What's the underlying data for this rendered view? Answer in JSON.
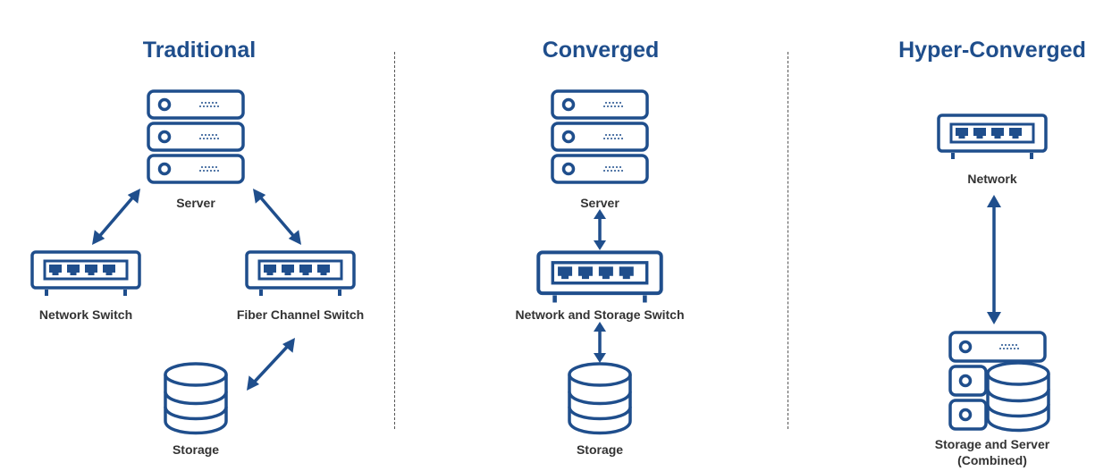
{
  "colors": {
    "primary": "#1f4e8c",
    "label": "#333333"
  },
  "columns": {
    "traditional": {
      "title": "Traditional",
      "server_label": "Server",
      "network_switch_label": "Network Switch",
      "fc_switch_label": "Fiber Channel Switch",
      "storage_label": "Storage"
    },
    "converged": {
      "title": "Converged",
      "server_label": "Server",
      "switch_label": "Network and Storage Switch",
      "storage_label": "Storage"
    },
    "hyper": {
      "title": "Hyper-Converged",
      "network_label": "Network",
      "combined_label_line1": "Storage and Server",
      "combined_label_line2": "(Combined)"
    }
  },
  "icons": [
    "server-icon",
    "switch-icon",
    "storage-icon",
    "combined-storage-server-icon",
    "bidirectional-arrow-icon"
  ]
}
